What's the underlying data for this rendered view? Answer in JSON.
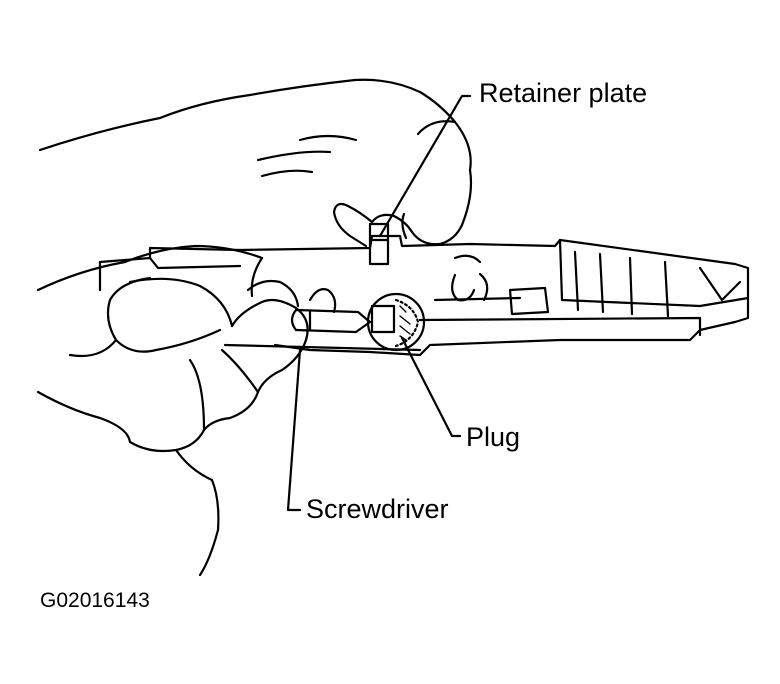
{
  "labels": {
    "retainer_plate": "Retainer plate",
    "plug": "Plug",
    "screwdriver": "Screwdriver",
    "figure_id": "G02016143"
  },
  "colors": {
    "ink": "#000000",
    "background": "#ffffff"
  }
}
